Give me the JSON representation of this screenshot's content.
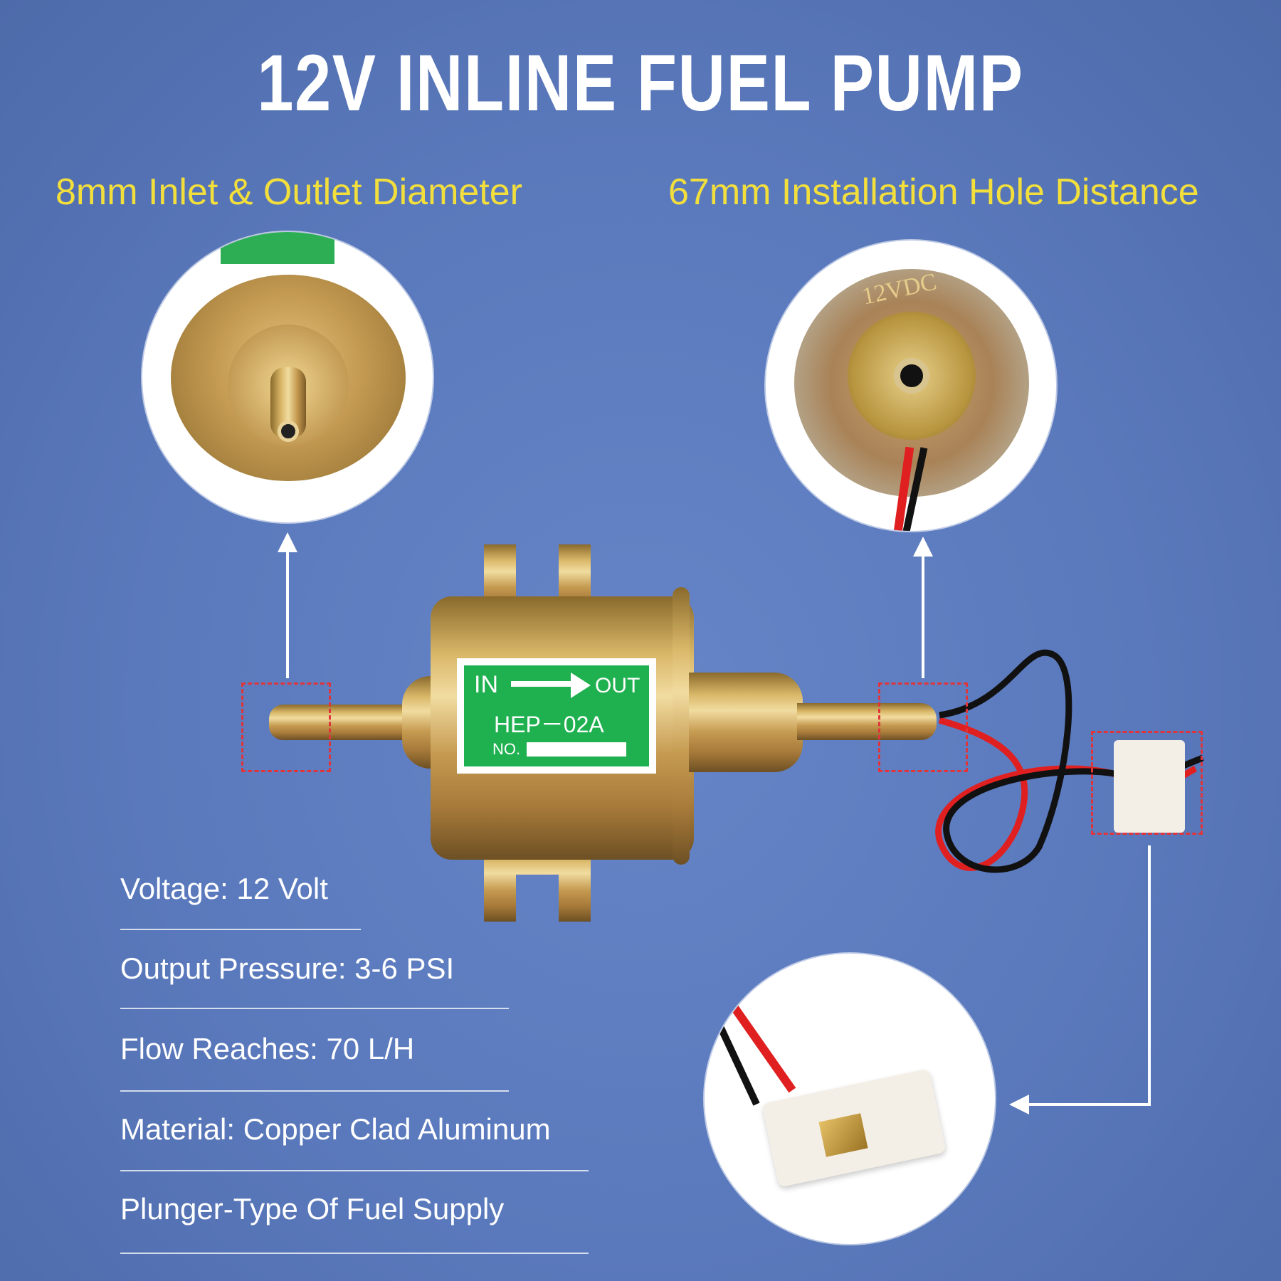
{
  "title": "12V INLINE FUEL PUMP",
  "features": {
    "left": "8mm Inlet & Outlet Diameter",
    "right": "67mm Installation Hole Distance"
  },
  "label": {
    "in": "IN",
    "out": "OUT",
    "model": "HEP－02A",
    "no": "NO."
  },
  "end_cap_marking": "12VDC",
  "specs": [
    "Voltage: 12 Volt",
    "Output Pressure: 3-6 PSI",
    "Flow Reaches: 70 L/H",
    "Material: Copper Clad Aluminum",
    "Plunger-Type Of Fuel Supply"
  ],
  "colors": {
    "background": "#5a79bc",
    "feature_text": "#f3df3c",
    "label_green": "#1fb04f",
    "highlight_dash": "#e0343a"
  }
}
